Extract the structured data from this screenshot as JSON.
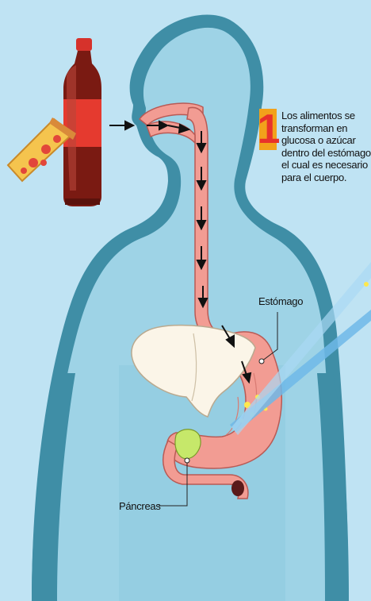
{
  "step": {
    "number": "1",
    "text": "Los alimentos se\ntransforman en\nglucosa o azúcar\ndentro del estómago\nel cual es necesario\npara el cuerpo."
  },
  "labels": {
    "stomach": "Estómago",
    "pancreas": "Páncreas"
  },
  "colors": {
    "background": "#bfe3f3",
    "body_outline": "#3f8ea6",
    "body_fill": "#9ed3e6",
    "digestive_tract": "#f29c93",
    "liver": "#fbf5e8",
    "pancreas": "#c6e86a",
    "glucose_dots": "#ffe84d"
  },
  "icons": [
    "pizza-slice-icon",
    "soda-bottle-icon"
  ]
}
